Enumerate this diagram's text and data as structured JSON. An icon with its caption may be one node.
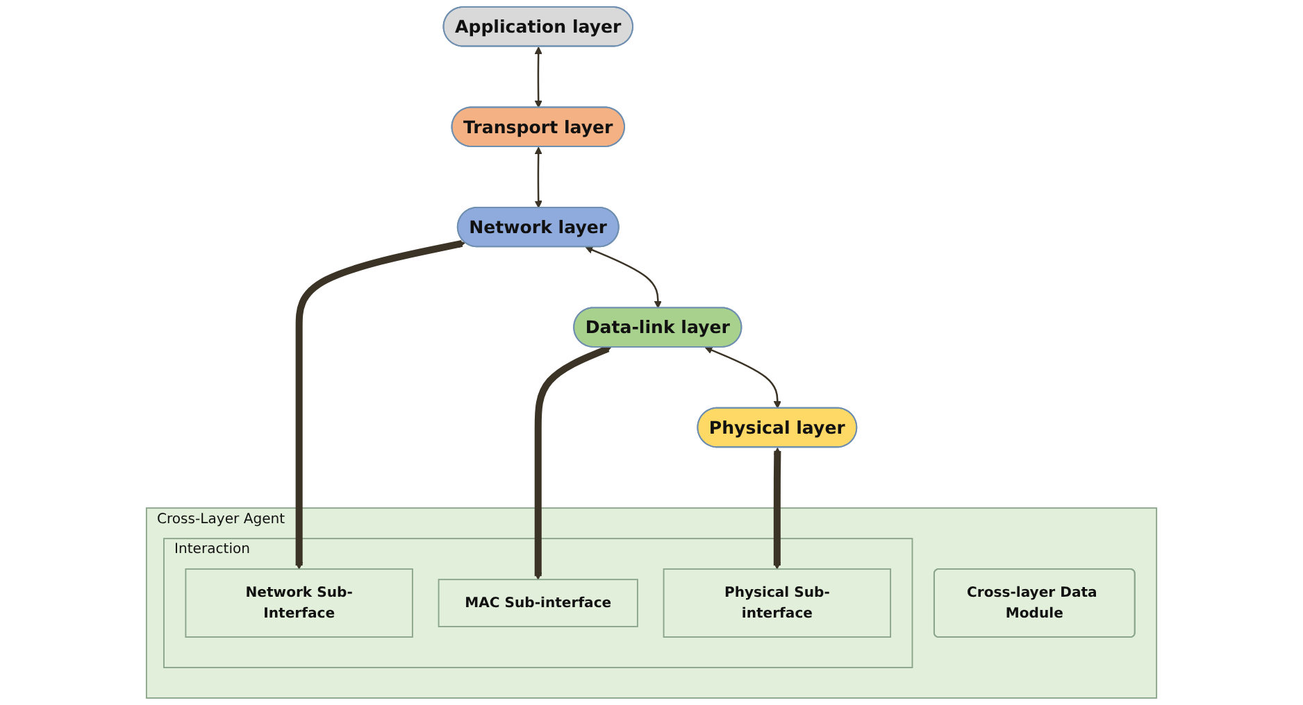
{
  "diagram": {
    "nodes": [
      {
        "text": [
          "Application layer"
        ]
      },
      {
        "text": [
          "Transport layer"
        ]
      },
      {
        "text": [
          "Network layer"
        ]
      },
      {
        "text": [
          "Data-link layer"
        ]
      },
      {
        "text": [
          "Physical layer"
        ]
      },
      {
        "text": [
          "Cross-Layer Agent"
        ]
      },
      {
        "text": [
          "Interaction"
        ],
        "in": 5
      },
      {
        "text": [
          "Network Sub-Interface"
        ],
        "in": 6
      },
      {
        "text": [
          "MAC Sub-interface"
        ],
        "in": 6
      },
      {
        "text": [
          "Physical Sub-interface"
        ],
        "in": 6
      },
      {
        "text": [
          "Cross-layer Data Module"
        ],
        "in": 5
      }
    ],
    "edges": [
      {
        "from": 0,
        "to": 1,
        "arrow": "both"
      },
      {
        "from": 1,
        "to": 2,
        "arrow": "both"
      },
      {
        "from": 2,
        "to": 3,
        "arrow": "both"
      },
      {
        "from": 3,
        "to": 4,
        "arrow": "both"
      },
      {
        "from": 2,
        "to": 7,
        "arrow": "both",
        "style": "thick"
      },
      {
        "from": 3,
        "to": 8,
        "arrow": "both",
        "style": "thick"
      },
      {
        "from": 4,
        "to": 9,
        "arrow": "both",
        "style": "thick"
      }
    ]
  }
}
